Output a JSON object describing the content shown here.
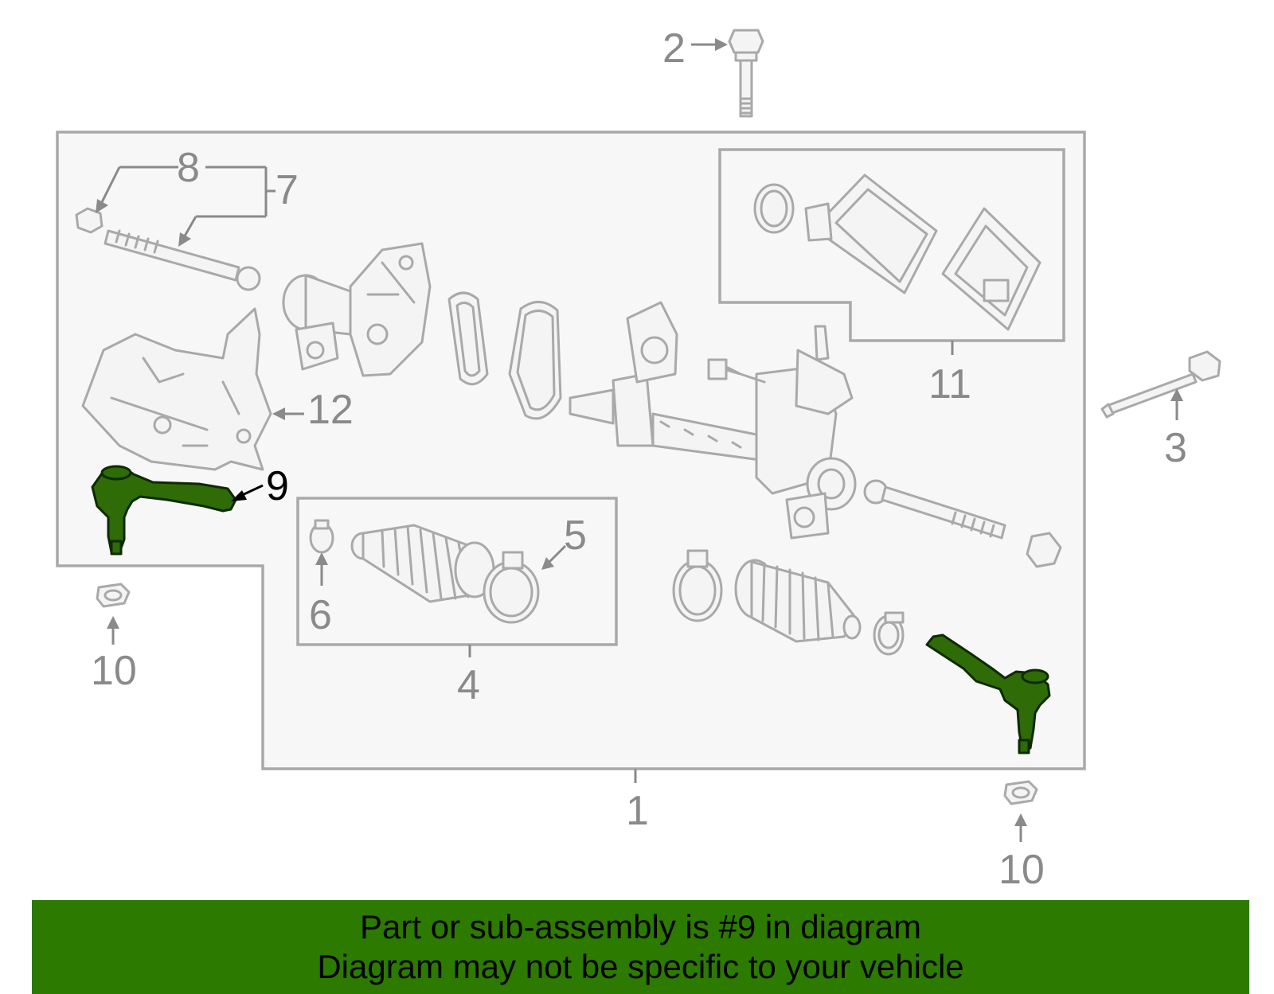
{
  "diagram": {
    "callouts": {
      "c1": "1",
      "c2": "2",
      "c3": "3",
      "c4": "4",
      "c5": "5",
      "c6": "6",
      "c7": "7",
      "c8": "8",
      "c9": "9",
      "c10_left": "10",
      "c10_right": "10",
      "c11": "11",
      "c12": "12"
    },
    "highlighted_part": "9",
    "colors": {
      "highlight": "#2f6b06",
      "banner": "#2c7a00",
      "line_gray": "#a9a9a9",
      "label_gray": "#8a8a8a"
    }
  },
  "banner": {
    "line1": "Part or sub-assembly is #9 in diagram",
    "line2": "Diagram may not be specific to your vehicle"
  }
}
